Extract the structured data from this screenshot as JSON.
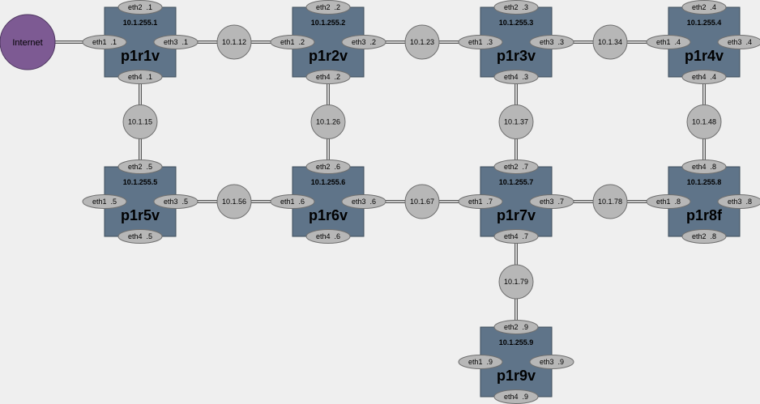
{
  "internet": {
    "label": "Internet"
  },
  "routers": [
    {
      "id": "p1r1v",
      "name": "p1r1v",
      "loopback": "10.1.255.1",
      "ifaces": {
        "n": "eth2  .1",
        "w": "eth1  .1",
        "e": "eth3  .1",
        "s": "eth4  .1"
      }
    },
    {
      "id": "p1r2v",
      "name": "p1r2v",
      "loopback": "10.1.255.2",
      "ifaces": {
        "n": "eth2  .2",
        "w": "eth1  .2",
        "e": "eth3  .2",
        "s": "eth4  .2"
      }
    },
    {
      "id": "p1r3v",
      "name": "p1r3v",
      "loopback": "10.1.255.3",
      "ifaces": {
        "n": "eth2  .3",
        "w": "eth1  .3",
        "e": "eth3  .3",
        "s": "eth4  .3"
      }
    },
    {
      "id": "p1r4v",
      "name": "p1r4v",
      "loopback": "10.1.255.4",
      "ifaces": {
        "n": "eth2  .4",
        "w": "eth1  .4",
        "e": "eth3  .4",
        "s": "eth4  .4"
      }
    },
    {
      "id": "p1r5v",
      "name": "p1r5v",
      "loopback": "10.1.255.5",
      "ifaces": {
        "n": "eth2  .5",
        "w": "eth1  .5",
        "e": "eth3  .5",
        "s": "eth4  .5"
      }
    },
    {
      "id": "p1r6v",
      "name": "p1r6v",
      "loopback": "10.1.255.6",
      "ifaces": {
        "n": "eth2  .6",
        "w": "eth1  .6",
        "e": "eth3  .6",
        "s": "eth4  .6"
      }
    },
    {
      "id": "p1r7v",
      "name": "p1r7v",
      "loopback": "10.1.255.7",
      "ifaces": {
        "n": "eth2  .7",
        "w": "eth1  .7",
        "e": "eth3  .7",
        "s": "eth4  .7"
      }
    },
    {
      "id": "p1r8f",
      "name": "p1r8f",
      "loopback": "10.1.255.8",
      "ifaces": {
        "n": "eth4  .8",
        "w": "eth1  .8",
        "e": "eth3  .8",
        "s": "eth2  .8"
      }
    },
    {
      "id": "p1r9v",
      "name": "p1r9v",
      "loopback": "10.1.255.9",
      "ifaces": {
        "n": "eth2  .9",
        "w": "eth1  .9",
        "e": "eth3  .9",
        "s": "eth4  .9"
      }
    }
  ],
  "networks": [
    {
      "id": "n12",
      "label": "10.1.12",
      "a": "p1r1v",
      "b": "p1r2v"
    },
    {
      "id": "n23",
      "label": "10.1.23",
      "a": "p1r2v",
      "b": "p1r3v"
    },
    {
      "id": "n34",
      "label": "10.1.34",
      "a": "p1r3v",
      "b": "p1r4v"
    },
    {
      "id": "n15",
      "label": "10.1.15",
      "a": "p1r1v",
      "b": "p1r5v"
    },
    {
      "id": "n26",
      "label": "10.1.26",
      "a": "p1r2v",
      "b": "p1r6v"
    },
    {
      "id": "n37",
      "label": "10.1.37",
      "a": "p1r3v",
      "b": "p1r7v"
    },
    {
      "id": "n48",
      "label": "10.1.48",
      "a": "p1r4v",
      "b": "p1r8f"
    },
    {
      "id": "n56",
      "label": "10.1.56",
      "a": "p1r5v",
      "b": "p1r6v"
    },
    {
      "id": "n67",
      "label": "10.1.67",
      "a": "p1r6v",
      "b": "p1r7v"
    },
    {
      "id": "n78",
      "label": "10.1.78",
      "a": "p1r7v",
      "b": "p1r8f"
    },
    {
      "id": "n79",
      "label": "10.1.79",
      "a": "p1r7v",
      "b": "p1r9v"
    }
  ],
  "uplink": {
    "from": "internet",
    "to": "p1r1v"
  },
  "colors": {
    "background": "#efefef",
    "router": "#5f7489",
    "interface": "#b7b7b7",
    "internet": "#7d5a93"
  }
}
